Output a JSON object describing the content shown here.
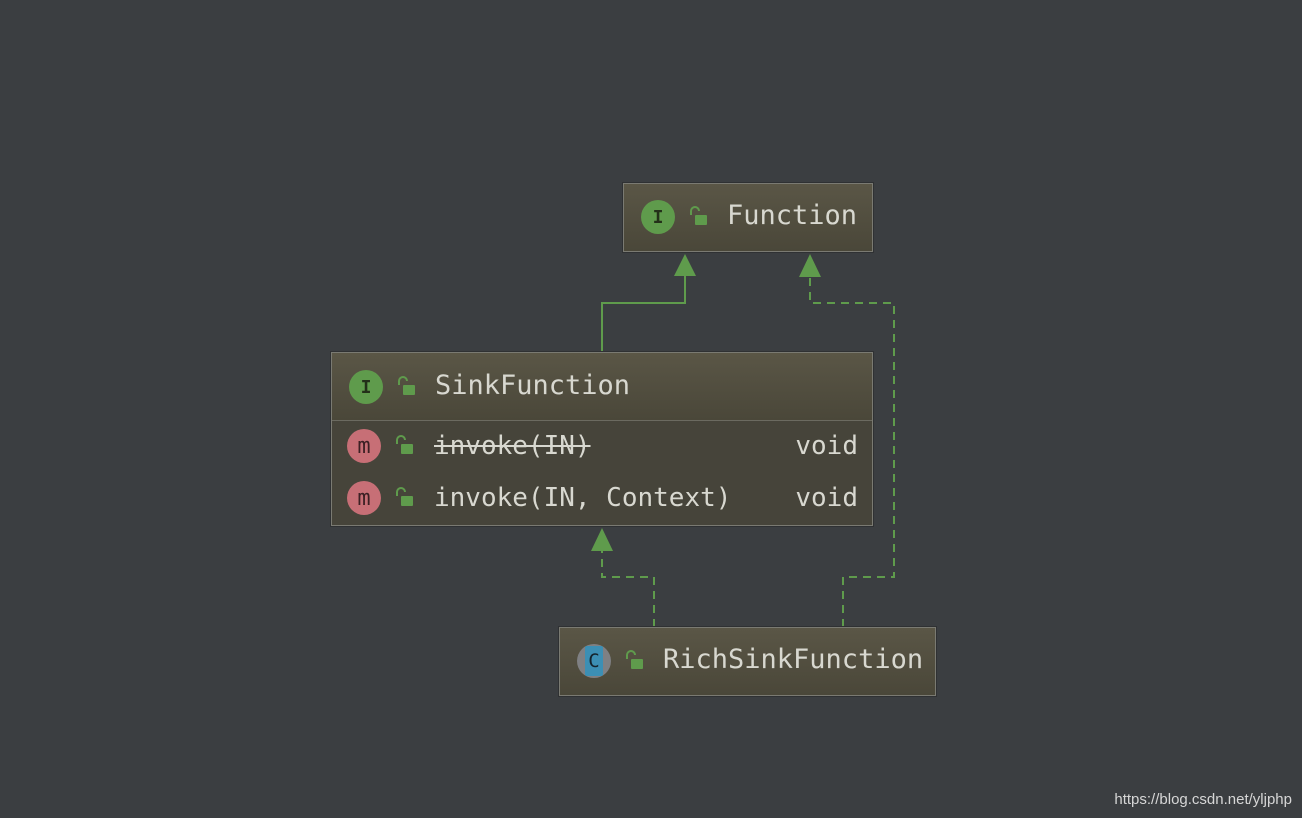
{
  "nodes": {
    "function": {
      "badge": "I",
      "name": "Function"
    },
    "sink_function": {
      "badge": "I",
      "name": "SinkFunction",
      "methods": [
        {
          "badge": "m",
          "name": "invoke(IN)",
          "return_type": "void",
          "deprecated": true
        },
        {
          "badge": "m",
          "name": "invoke(IN, Context)",
          "return_type": "void",
          "deprecated": false
        }
      ]
    },
    "rich_sink_function": {
      "badge": "C",
      "name": "RichSinkFunction"
    }
  },
  "edges": [
    {
      "from": "SinkFunction",
      "to": "Function",
      "style": "solid",
      "kind": "extends"
    },
    {
      "from": "RichSinkFunction",
      "to": "SinkFunction",
      "style": "dashed",
      "kind": "implements"
    },
    {
      "from": "RichSinkFunction",
      "to": "Function",
      "style": "dashed",
      "kind": "implements"
    }
  ],
  "colors": {
    "background": "#3b3e41",
    "edge": "#5f9b4c",
    "node_fill": "#46443a",
    "interface_badge": "#5f9b4c",
    "method_badge": "#c76f76",
    "class_badge": "#3c8fb4"
  },
  "watermark": "https://blog.csdn.net/yljphp"
}
